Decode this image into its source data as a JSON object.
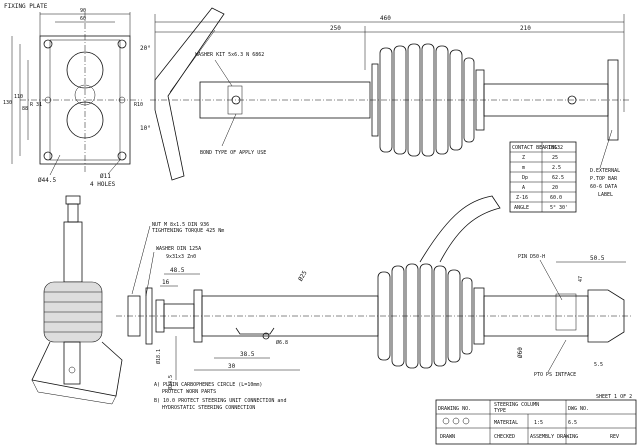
{
  "fixing_plate": {
    "title": "FIXING PLATE",
    "dim_top_outer": "90",
    "dim_top_inner": "60",
    "dim_left_outer": "130",
    "dim_left_mid": "110",
    "dim_left_inner": "88",
    "dim_r": "R 31",
    "dim_right": "R10",
    "dia_bottom": "Ø44.5",
    "holes": "Ø11",
    "holes_note": "4 HOLES"
  },
  "top_view": {
    "dim_overall": "460",
    "dim_left": "250",
    "dim_right": "210",
    "angle_top": "20°",
    "angle_bottom": "10°",
    "note_washer": "WASHER KIT 5x6.3 N 6862",
    "note_bond": "BOND TYPE OF APPLY USE",
    "note_right_1": "D.EXTERNAL",
    "note_right_2": "P.TOP BAR",
    "note_right_3": "60-6 DATA",
    "note_right_4": "LABEL"
  },
  "spec_table": {
    "header": [
      "CONTACT BEARING",
      "TB132"
    ],
    "rows": [
      [
        "Z",
        "25"
      ],
      [
        "m",
        "2.5"
      ],
      [
        "Dp",
        "62.5"
      ],
      [
        "A",
        "20"
      ],
      [
        "Z-16",
        "60.0"
      ],
      [
        "ANGLE",
        "5° 30'"
      ]
    ]
  },
  "front_view": {
    "note_nut": "NUT M 8x1.5 DIN 936",
    "note_torque": "TIGHTENING TORQUE 425 Nm",
    "note_washer": "WASHER DIN 125A",
    "note_washer_size": "9x31x3 Zn0",
    "dim_48": "48.5",
    "dim_16": "16",
    "dim_dia25": "Ø25",
    "dim_38": "38.5",
    "dim_30": "30",
    "dim_60": "Ø60",
    "dim_505": "50.5",
    "dim_47": "47",
    "dim_18": "Ø18.1",
    "dim_23": "Ø23.5",
    "dim_6": "Ø6.8",
    "note_pin": "PIN D50-H",
    "note_interface": "PTO PS INTFACE",
    "dim_5": "5.5",
    "sheet": "SHEET 1 OF 2"
  },
  "notes": {
    "a_line1": "A) PLAIN CARBOPHENES CIRCLE (L=10mm)",
    "a_line2": "PROTECT WORN PARTS",
    "b_line1": "B) 10.0 PROTECT STEERING UNIT CONNECTION and",
    "b_line2": "HYDROSTATIC STEERING CONNECTION"
  },
  "title_block": {
    "company": "DRAWING NO.",
    "desc": "STEERING COLUMN",
    "type": "TYPE",
    "scale": "1:5",
    "material": "MATERIAL",
    "weight": "6.5",
    "drawn": "DRAWN",
    "checked": "CHECKED",
    "approved": "ASSEMBLY DRAWING",
    "dwg_no": "DWG NO.",
    "rev": "REV"
  }
}
